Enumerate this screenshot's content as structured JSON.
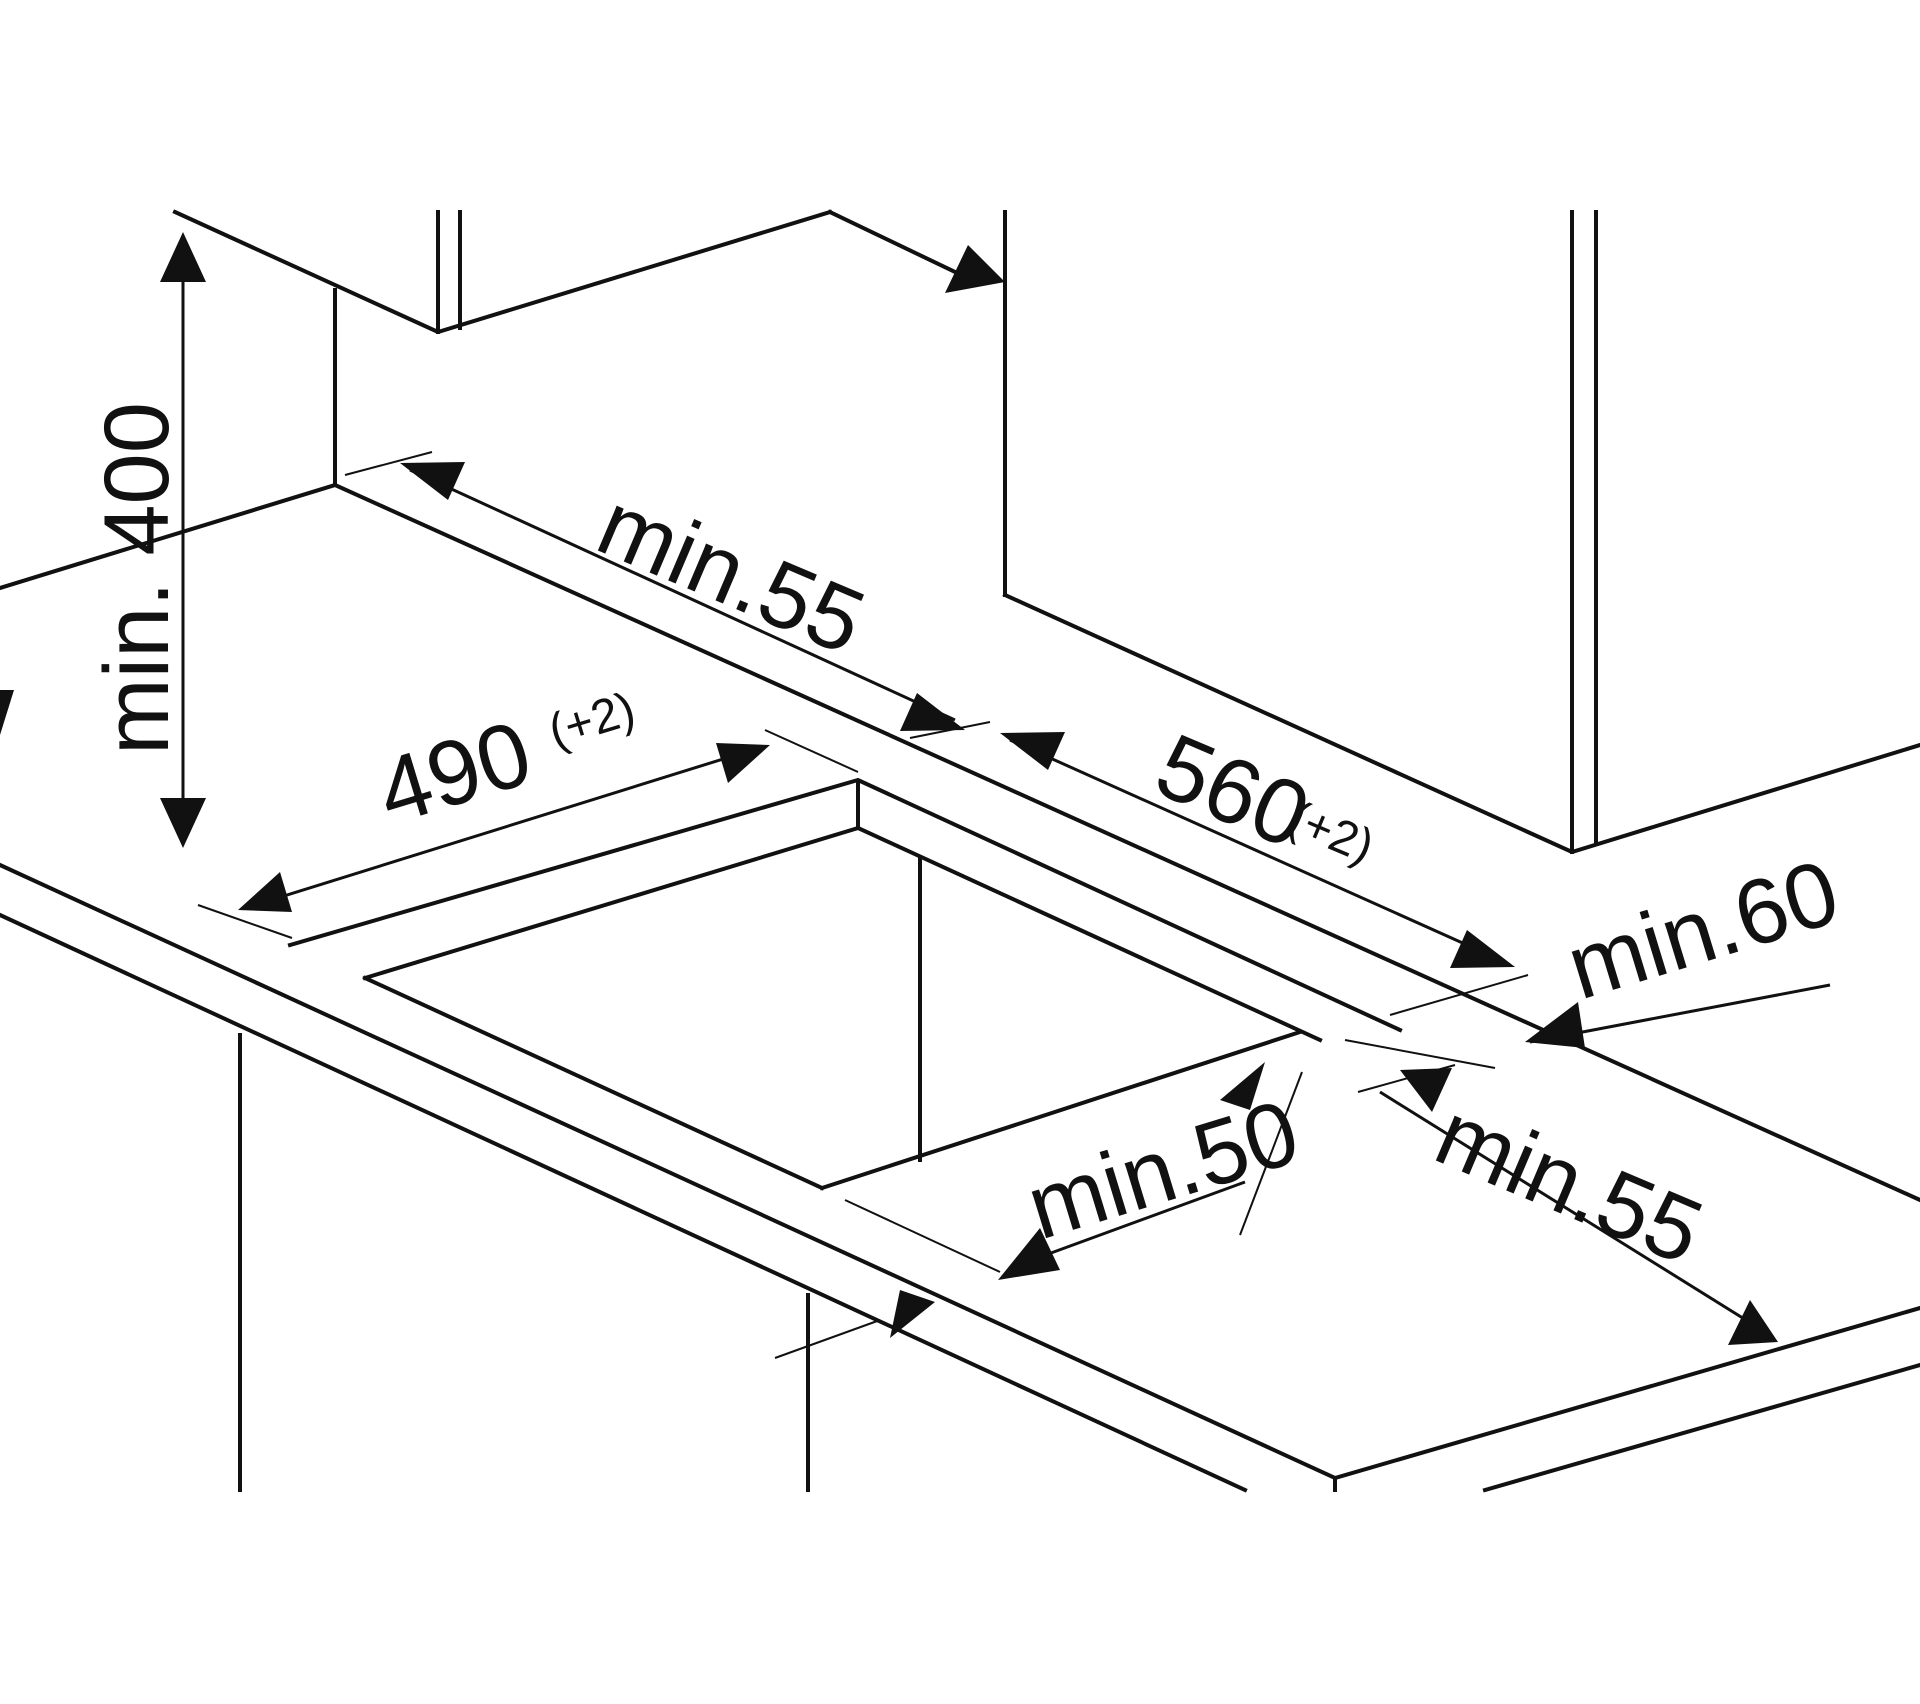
{
  "labels": {
    "height_min": "min. 400",
    "back_min_top": "min.55",
    "cutout_depth": "490",
    "cutout_depth_tol": "(+2)",
    "cutout_width": "560",
    "cutout_width_tol": "(+2)",
    "side_min": "min.60",
    "front_min": "min.50",
    "right_min": "min.55"
  },
  "colors": {
    "line": "#111111",
    "background": "#ffffff"
  }
}
